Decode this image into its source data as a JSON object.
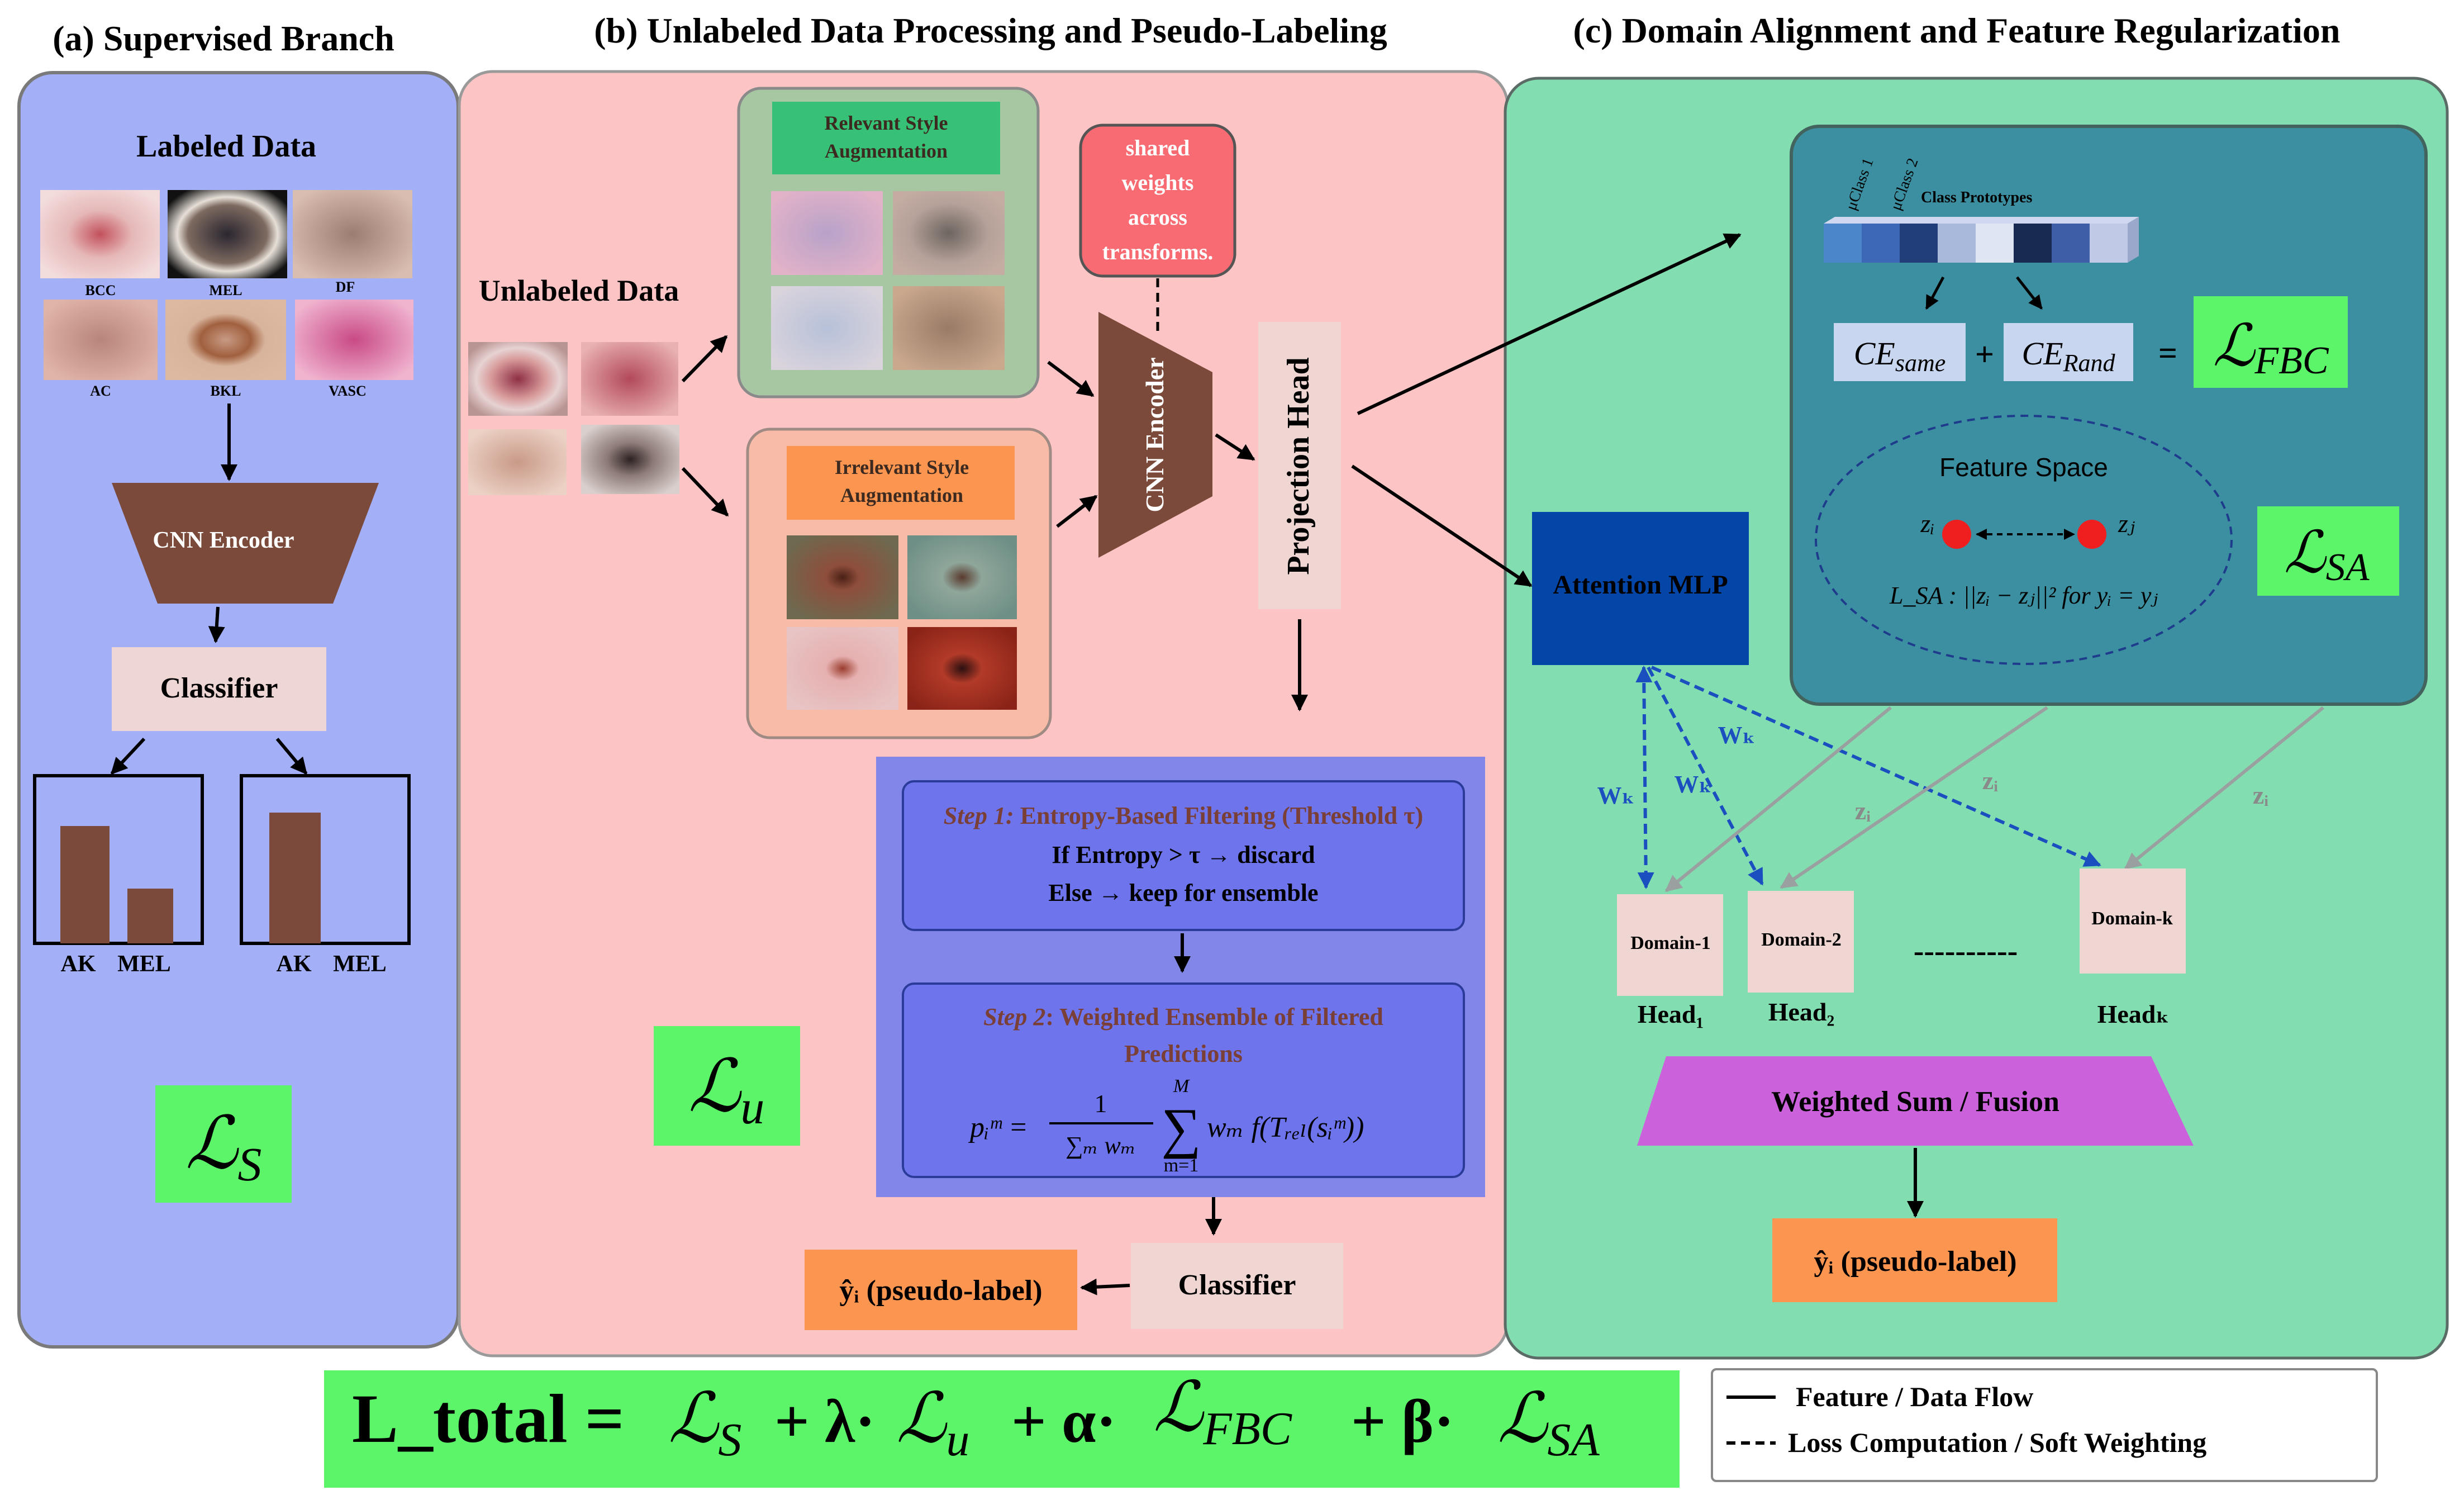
{
  "colors": {
    "supervised_bg": "#a3b0f8",
    "unlabeled_bg": "#fcc4c4",
    "domain_bg": "#82deb1",
    "loss_green": "#5cf569",
    "encoder_brown": "#7b4a3a",
    "attention_blue": "#0445a8",
    "proto_panel": "#3b8fa0",
    "fusion_purple": "#cb62dc",
    "pseudo_orange": "#fb9550",
    "step_blue": "#8286e6",
    "dashed_blue": "#1b4fc0"
  },
  "panels": {
    "a_title": "(a) Supervised Branch",
    "b_title": "(b) Unlabeled Data Processing and Pseudo-Labeling",
    "c_title": "(c) Domain Alignment and Feature Regularization"
  },
  "supervised": {
    "labeled_data": "Labeled Data",
    "thumbs": [
      "BCC",
      "MEL",
      "DF",
      "AC",
      "BKL",
      "VASC"
    ],
    "encoder": "CNN Encoder",
    "classifier": "Classifier",
    "bar_axis_labels": [
      "AK",
      "MEL"
    ],
    "loss_symbol": "ℒ",
    "loss_sub": "S"
  },
  "unlabeled": {
    "title": "Unlabeled Data",
    "relevant_aug": [
      "Relevant Style",
      "Augmentation"
    ],
    "irrelevant_aug": [
      "Irrelevant Style",
      "Augmentation"
    ],
    "shared_weights": [
      "shared",
      "weights",
      "across",
      "transforms."
    ],
    "encoder": "CNN Encoder",
    "projection_head": "Projection Head",
    "step1_italic": "Step 1:",
    "step1_rest": " Entropy-Based Filtering (Threshold τ)",
    "step1_line2": "If Entropy > τ → discard",
    "step1_line3": "Else → keep for ensemble",
    "step2_italic": "Step 2",
    "step2_rest": ": Weighted Ensemble of Filtered",
    "step2_line2": "Predictions",
    "formula_lhs": "pᵢᵐ =",
    "formula_num": "1",
    "formula_den": "∑ₘ wₘ",
    "formula_sum_top": "M",
    "formula_sum": "∑",
    "formula_sum_bottom": "m=1",
    "formula_rhs": "wₘ f(Tᵣₑₗ(sᵢᵐ))",
    "classifier": "Classifier",
    "pseudo_label": "ŷᵢ (pseudo-label)",
    "loss_symbol": "ℒ",
    "loss_sub": "u"
  },
  "domain": {
    "class_prototypes": "Class Prototypes",
    "mu1": "μClass 1",
    "mu2": "μClass 2",
    "ce_same": "CE",
    "ce_same_sub": "same",
    "plus": "+",
    "ce_rand": "CE",
    "ce_rand_sub": "Rand",
    "equals": "=",
    "fbc_symbol": "ℒ",
    "fbc_sub": "FBC",
    "feature_space": "Feature Space",
    "zi": "zᵢ",
    "zj": "zⱼ",
    "sa_formula": "L_SA : ||zᵢ − zⱼ||² for yᵢ = yⱼ",
    "sa_symbol": "ℒ",
    "sa_sub": "SA",
    "attention_mlp": "Attention MLP",
    "wk": "Wₖ",
    "zi_edge": "zᵢ",
    "heads": [
      {
        "box": "Domain-1",
        "label": "Head₁"
      },
      {
        "box": "Domain-2",
        "label": "Head₂"
      },
      {
        "box": "Domain-k",
        "label": "Headₖ"
      }
    ],
    "ellipsis": "----------",
    "fusion": "Weighted Sum / Fusion",
    "pseudo_label": "ŷᵢ (pseudo-label)"
  },
  "total": {
    "lead": "L_total =",
    "s_sub": "S",
    "plus_lambda": "+ λ·",
    "u_sub": "u",
    "plus_alpha": "+ α·",
    "fbc_sub": "FBC",
    "plus_beta": "+ β·",
    "sa_sub": "SA",
    "symbol": "ℒ"
  },
  "legend": {
    "solid": "Feature / Data Flow",
    "dashed": "Loss Computation / Soft Weighting"
  }
}
